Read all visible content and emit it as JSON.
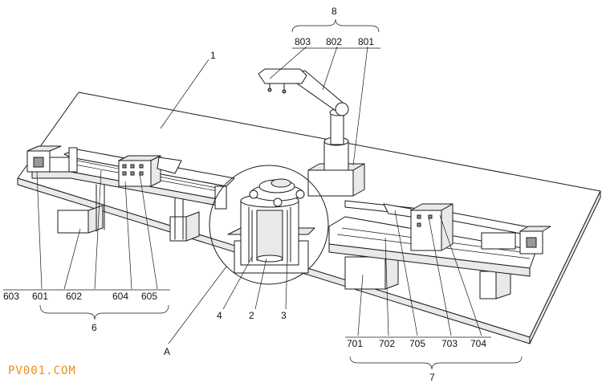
{
  "labels": {
    "l1": "1",
    "l2": "2",
    "l3": "3",
    "l4": "4",
    "lA": "A",
    "l6": "6",
    "l7": "7",
    "l8": "8",
    "l601": "601",
    "l602": "602",
    "l603": "603",
    "l604": "604",
    "l605": "605",
    "l701": "701",
    "l702": "702",
    "l703": "703",
    "l704": "704",
    "l705": "705",
    "l801": "801",
    "l802": "802",
    "l803": "803"
  },
  "watermark": {
    "text": "PV001.COM",
    "color": "#f08a1c"
  },
  "colors": {
    "line": "#1a1a1a",
    "shade": "#e9e9e9",
    "background": "#ffffff"
  }
}
